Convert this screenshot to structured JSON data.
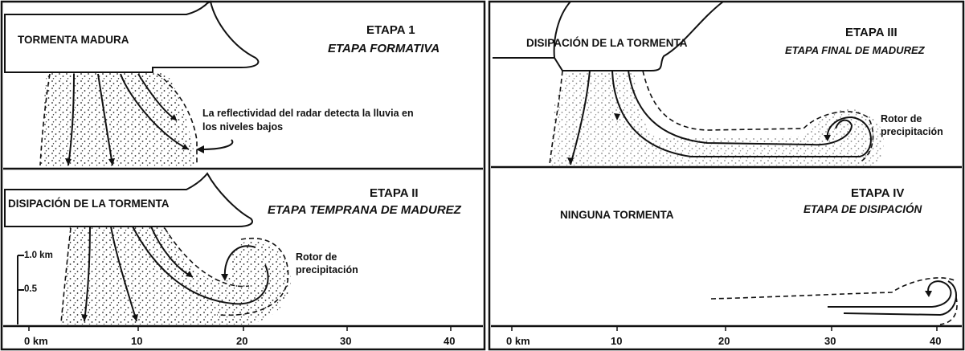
{
  "panels": {
    "stage1": {
      "stage_label": "ETAPA 1",
      "stage_name": "ETAPA FORMATIVA",
      "storm_label": "TORMENTA MADURA",
      "note": "La reflectividad del radar detecta la lluvia en los niveles bajos"
    },
    "stage2": {
      "stage_label": "ETAPA II",
      "stage_name": "ETAPA TEMPRANA DE MADUREZ",
      "storm_label": "DISIPACIÓN DE LA TORMENTA",
      "rotor_label_1": "Rotor de",
      "rotor_label_2": "precipitación",
      "scale_top": "1.0  km",
      "scale_mid": "0.5"
    },
    "stage3": {
      "stage_label": "ETAPA III",
      "stage_name": "ETAPA FINAL DE MADUREZ",
      "storm_label": "DISIPACIÓN DE LA TORMENTA",
      "rotor_label_1": "Rotor de",
      "rotor_label_2": "precipitación"
    },
    "stage4": {
      "stage_label": "ETAPA IV",
      "stage_name": "ETAPA DE DISIPACIÓN",
      "storm_label": "NINGUNA TORMENTA"
    }
  },
  "axis_left": {
    "ticks": [
      "0 km",
      "10",
      "20",
      "30",
      "40"
    ]
  },
  "axis_right": {
    "ticks": [
      "0 km",
      "10",
      "20",
      "30",
      "40"
    ]
  }
}
